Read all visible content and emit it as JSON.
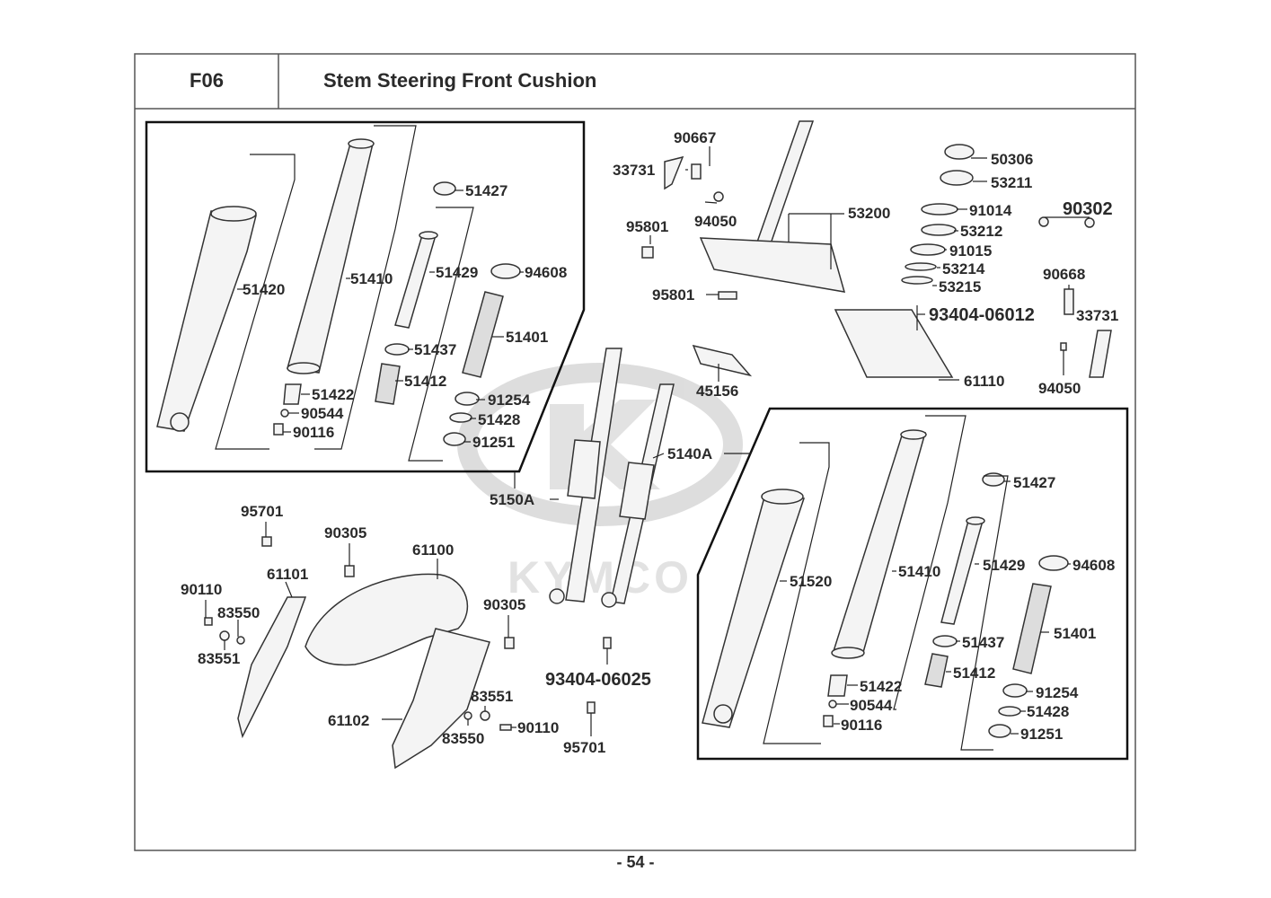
{
  "header": {
    "code": "F06",
    "title": "Stem Steering  Front Cushion"
  },
  "page_number": "- 54 -",
  "watermark": {
    "brand": "KYMCO"
  },
  "labels": {
    "l51420": "51420",
    "l51410": "51410",
    "l51427": "51427",
    "l51429": "51429",
    "l94608": "94608",
    "l51401": "51401",
    "l51437": "51437",
    "l51412": "51412",
    "l51422": "51422",
    "l90544": "90544",
    "l90116": "90116",
    "l91254": "91254",
    "l51428": "51428",
    "l91251": "91251",
    "l5150A": "5150A",
    "l5140A": "5140A",
    "l90667": "90667",
    "l33731a": "33731",
    "l94050a": "94050",
    "l95801a": "95801",
    "l95801b": "95801",
    "l53200": "53200",
    "l45156": "45156",
    "l50306": "50306",
    "l53211": "53211",
    "l91014": "91014",
    "l90302": "90302",
    "l53212": "53212",
    "l91015": "91015",
    "l53214": "53214",
    "l53215": "53215",
    "l90668": "90668",
    "l33731b": "33731",
    "l93404_06012": "93404-06012",
    "l61110": "61110",
    "l94050b": "94050",
    "r51520": "51520",
    "r51410": "51410",
    "r51427": "51427",
    "r51429": "51429",
    "r94608": "94608",
    "r51401": "51401",
    "r51437": "51437",
    "r51412": "51412",
    "r51422": "51422",
    "r90544": "90544",
    "r90116": "90116",
    "r91254": "91254",
    "r51428": "51428",
    "r91251": "91251",
    "l95701a": "95701",
    "l90305a": "90305",
    "l61100": "61100",
    "l61101": "61101",
    "l90110a": "90110",
    "l83550a": "83550",
    "l83551a": "83551",
    "l90305b": "90305",
    "l93404_06025": "93404-06025",
    "l83551b": "83551",
    "l61102": "61102",
    "l90110b": "90110",
    "l83550b": "83550",
    "l95701b": "95701"
  }
}
